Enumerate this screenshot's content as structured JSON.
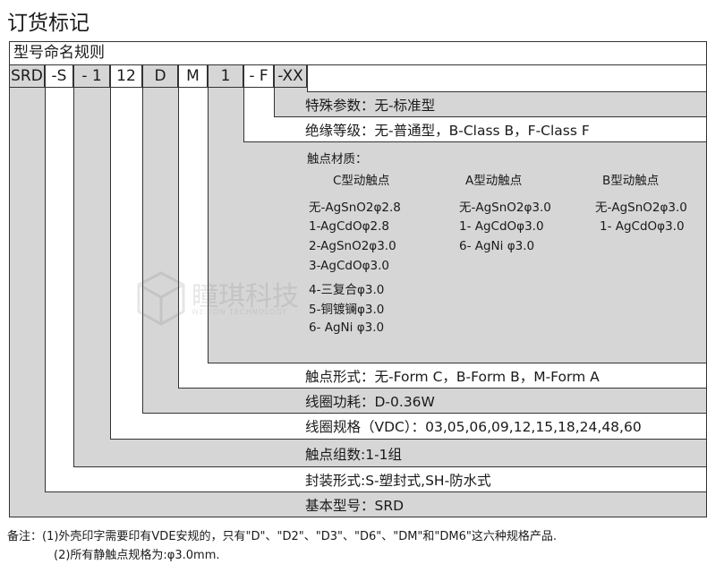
{
  "page_title": "订货标记",
  "section_title": "型号命名规则",
  "code_segments": [
    "SRD",
    "-S",
    "- 1",
    "12",
    "D",
    "M",
    "1",
    "- F",
    "-XX"
  ],
  "rows": {
    "special": "特殊参数：无-标准型",
    "insulation": "绝缘等级：无-普通型，B-Class B，F-Class F",
    "contact_form": "触点形式：无-Form C，B-Form B，M-Form A",
    "coil_power": "线圈功耗：D-0.36W",
    "coil_spec": "线圈规格（VDC）：03,05,06,09,12,15,18,24,48,60",
    "contact_groups": "触点组数:1-1组",
    "package": "封装形式:S-塑封式,SH-防水式",
    "base_model": "基本型号：SRD"
  },
  "material": {
    "label": "触点材质：",
    "columns": [
      {
        "header": "C型动触点",
        "items": [
          "无-AgSnO2φ2.8",
          "1-AgCdOφ2.8",
          "2-AgSnO2φ3.0",
          "3-AgCdOφ3.0",
          "4-三复合φ3.0",
          "5-铜镀镧φ3.0",
          "6- AgNi φ3.0"
        ]
      },
      {
        "header": "A型动触点",
        "items": [
          "无-AgSnO2φ3.0",
          "1- AgCdOφ3.0",
          "6- AgNi φ3.0"
        ]
      },
      {
        "header": "B型动触点",
        "items": [
          "无-AgSnO2φ3.0",
          "1- AgCdOφ3.0"
        ]
      }
    ]
  },
  "watermark": {
    "cn": "瞳琪科技",
    "en": "WEITON TECHNOLOGY"
  },
  "notes": [
    "备注：(1)外壳印字需要印有VDE安规的，只有\"D\"、\"D2\"、\"D3\"、\"D6\"、\"DM\"和\"DM6\"这六种规格产品.",
    "(2)所有静触点规格为:φ3.0mm."
  ]
}
